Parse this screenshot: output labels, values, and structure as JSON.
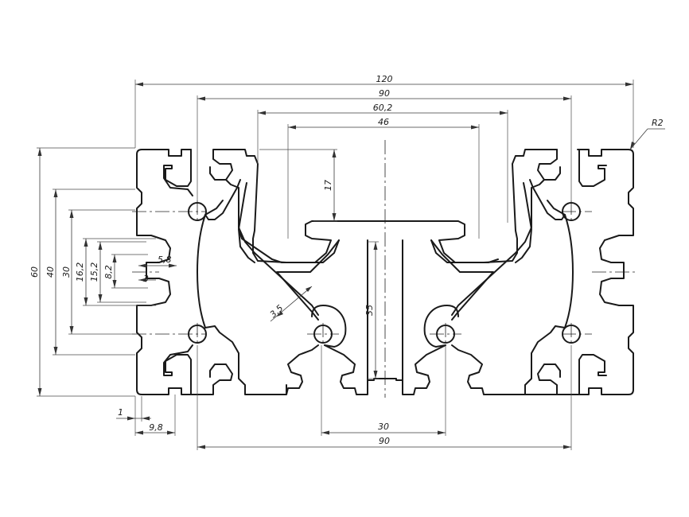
{
  "drawing": {
    "dims": {
      "d120": "120",
      "d90_top": "90",
      "d60_2": "60,2",
      "d46": "46",
      "d17": "17",
      "d35": "35",
      "d3_5": "3,5",
      "r2": "R2",
      "d60": "60",
      "d40": "40",
      "d30_left": "30",
      "d16_2": "16,2",
      "d15_2": "15,2",
      "d8_2": "8,2",
      "d5_8": "5,8",
      "d3": "3",
      "d1": "1",
      "d9_8": "9,8",
      "d30_bottom": "30",
      "d90_bottom": "90"
    }
  }
}
